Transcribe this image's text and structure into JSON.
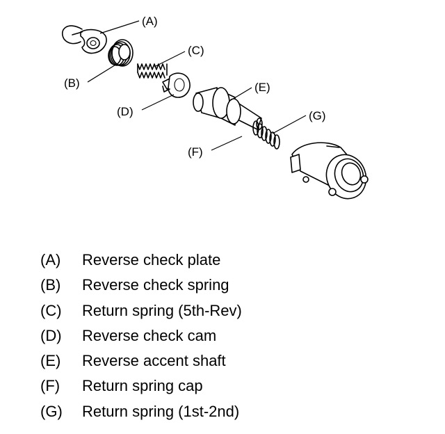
{
  "callouts": {
    "a": "(A)",
    "b": "(B)",
    "c": "(C)",
    "d": "(D)",
    "e": "(E)",
    "f": "(F)",
    "g": "(G)"
  },
  "legend": [
    {
      "code": "(A)",
      "label": "Reverse check plate"
    },
    {
      "code": "(B)",
      "label": "Reverse check spring"
    },
    {
      "code": "(C)",
      "label": "Return spring (5th-Rev)"
    },
    {
      "code": "(D)",
      "label": "Reverse check cam"
    },
    {
      "code": "(E)",
      "label": "Reverse accent shaft"
    },
    {
      "code": "(F)",
      "label": "Return spring cap"
    },
    {
      "code": "(G)",
      "label": "Return spring (1st-2nd)"
    }
  ]
}
